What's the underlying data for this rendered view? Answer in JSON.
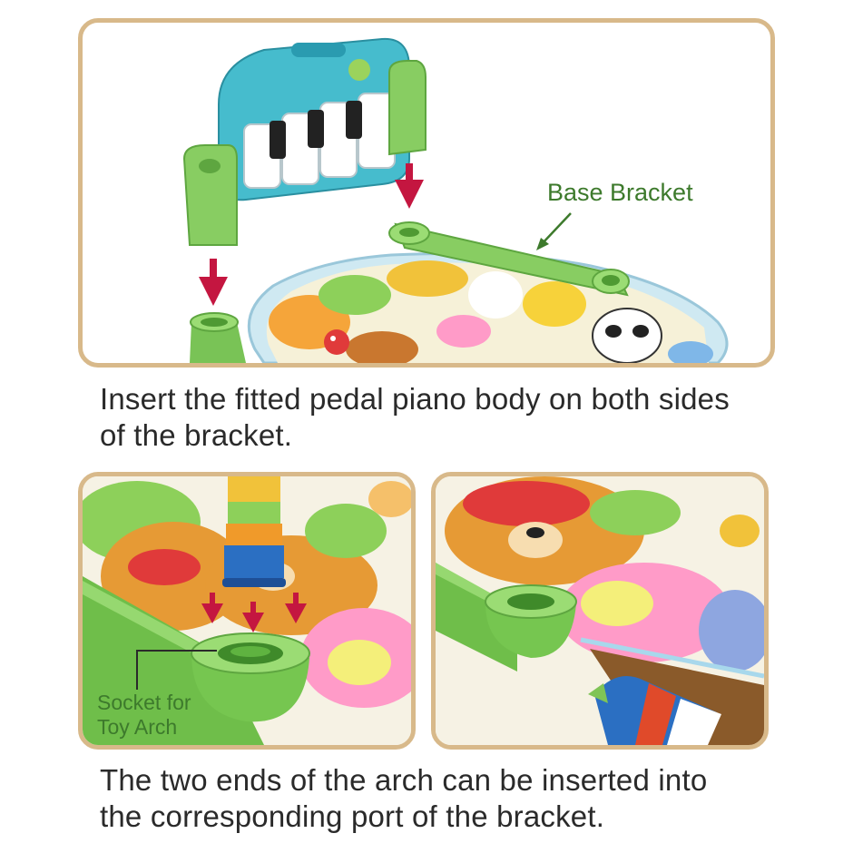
{
  "step1": {
    "callout_label": "Base Bracket",
    "caption": "Insert the fitted pedal piano body on both sides of the bracket."
  },
  "step2": {
    "callout_line1": "Socket for",
    "callout_line2": "Toy Arch",
    "caption": "The two ends of the arch can be inserted into the corresponding port of the bracket."
  },
  "colors": {
    "panel_border": "#d8b98a",
    "accent_green": "#3d7a2c",
    "arrow_red": "#c41640",
    "bracket_green": "#8fd16c",
    "piano_blue": "#3fb8c8",
    "text": "#2a2a2a"
  }
}
